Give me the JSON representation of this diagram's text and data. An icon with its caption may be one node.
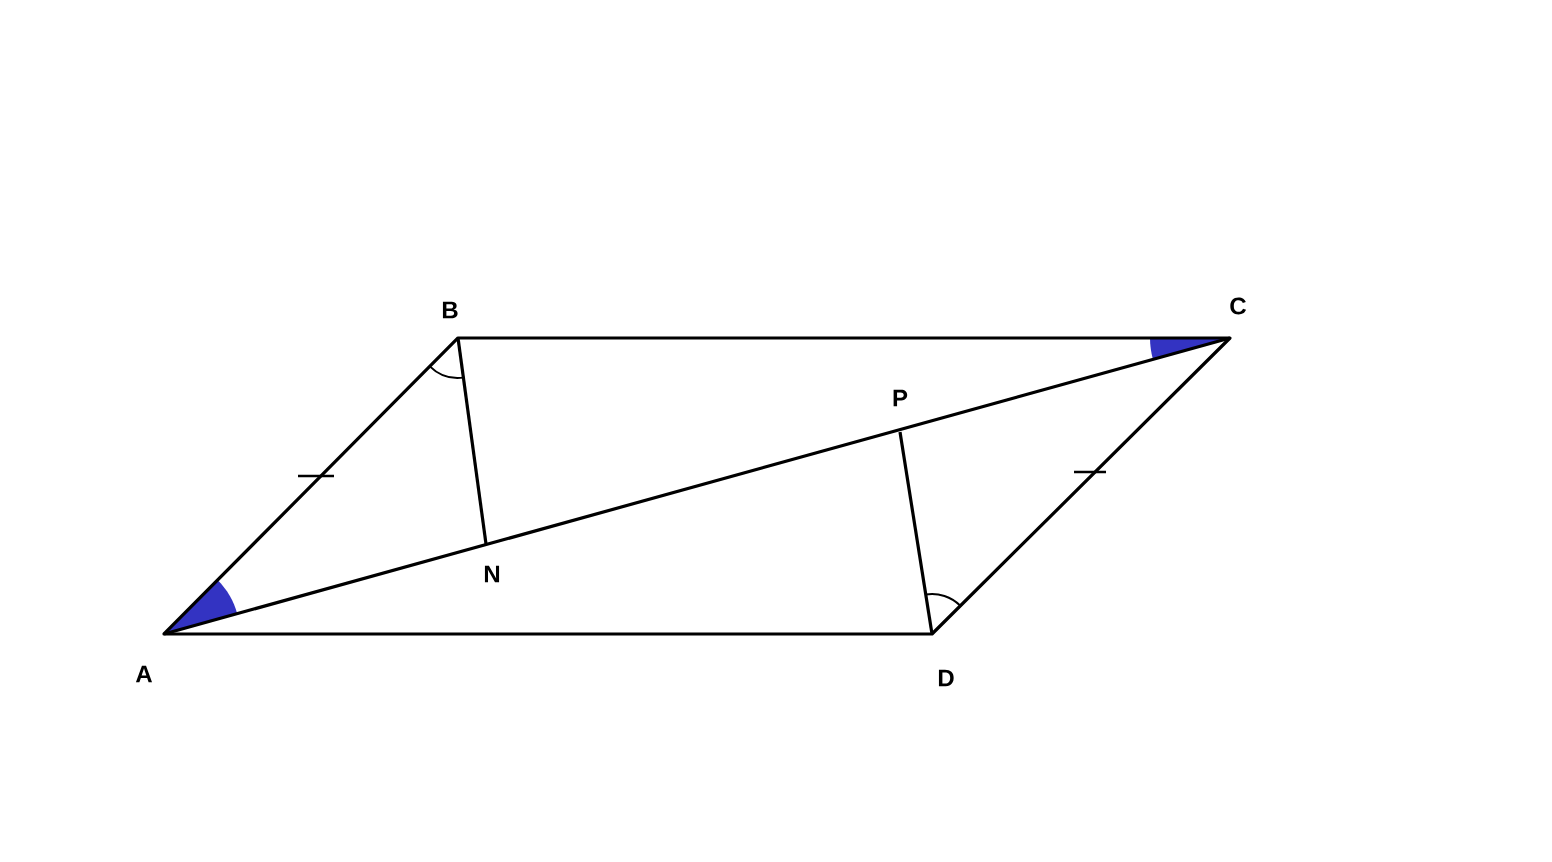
{
  "diagram": {
    "labels": [
      "B",
      "C",
      "P",
      "N",
      "A",
      "D"
    ]
  }
}
